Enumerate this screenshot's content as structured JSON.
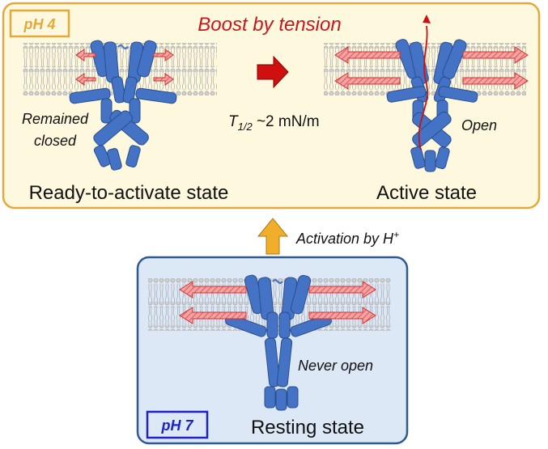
{
  "top_panel": {
    "ph_label": "pH 4",
    "title": "Boost by tension",
    "left_annotation_line1": "Remained",
    "left_annotation_line2": "closed",
    "tension_T": "T",
    "tension_sub": "1/2",
    "tension_value": " ~2 mN/m",
    "right_annotation": "Open",
    "left_state": "Ready-to-activate state",
    "right_state": "Active state"
  },
  "transition": {
    "label": "Activation by H",
    "superscript": "+"
  },
  "bottom_panel": {
    "ph_label": "pH 7",
    "annotation": "Never open",
    "state": "Resting state"
  },
  "colors": {
    "top_panel_fill": "#fdf8de",
    "top_panel_border": "#e5a93a",
    "bottom_panel_fill": "#dce8f6",
    "bottom_panel_border": "#2d5a92",
    "ph4_color": "#e5a93a",
    "ph7_color": "#1e22c8",
    "title_red": "#c8161b",
    "channel_blue": "#4472c4",
    "arrow_red": "#d8302e",
    "arrow_yellow": "#f0ae2a",
    "lipid_gray": "#b8b8b8"
  }
}
